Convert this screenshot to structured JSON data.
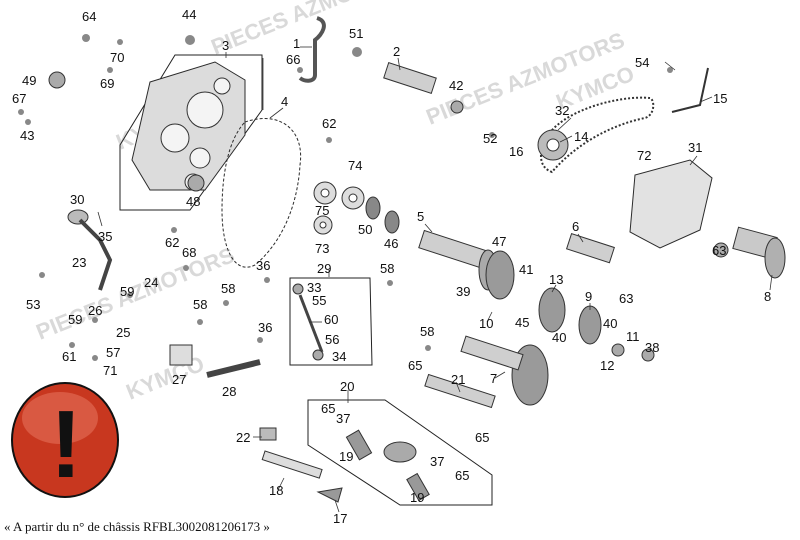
{
  "watermark": {
    "brand_a": "PIECES AZMOTORS",
    "brand_b": "KYMCO"
  },
  "warning": {
    "glyph": "!",
    "color": "#c8371f"
  },
  "footnote": "« A partir du n° de châssis RFBL3002081206173 »",
  "callouts": [
    {
      "id": "c64",
      "text": "64"
    },
    {
      "id": "c44",
      "text": "44"
    },
    {
      "id": "c1",
      "text": "1"
    },
    {
      "id": "c51",
      "text": "51"
    },
    {
      "id": "c3",
      "text": "3"
    },
    {
      "id": "c70",
      "text": "70"
    },
    {
      "id": "c66",
      "text": "66"
    },
    {
      "id": "c2",
      "text": "2"
    },
    {
      "id": "c49",
      "text": "49"
    },
    {
      "id": "c69",
      "text": "69"
    },
    {
      "id": "c42",
      "text": "42"
    },
    {
      "id": "c54",
      "text": "54"
    },
    {
      "id": "c67",
      "text": "67"
    },
    {
      "id": "c15",
      "text": "15"
    },
    {
      "id": "c43",
      "text": "43"
    },
    {
      "id": "c4",
      "text": "4"
    },
    {
      "id": "c32",
      "text": "32"
    },
    {
      "id": "c62a",
      "text": "62"
    },
    {
      "id": "c52",
      "text": "52"
    },
    {
      "id": "c14",
      "text": "14"
    },
    {
      "id": "c16",
      "text": "16"
    },
    {
      "id": "c74",
      "text": "74"
    },
    {
      "id": "c72",
      "text": "72"
    },
    {
      "id": "c31",
      "text": "31"
    },
    {
      "id": "c48",
      "text": "48"
    },
    {
      "id": "c30",
      "text": "30"
    },
    {
      "id": "c75",
      "text": "75"
    },
    {
      "id": "c50",
      "text": "50"
    },
    {
      "id": "c46",
      "text": "46"
    },
    {
      "id": "c5",
      "text": "5"
    },
    {
      "id": "c6",
      "text": "6"
    },
    {
      "id": "c35",
      "text": "35"
    },
    {
      "id": "c62b",
      "text": "62"
    },
    {
      "id": "c73",
      "text": "73"
    },
    {
      "id": "c47",
      "text": "47"
    },
    {
      "id": "c63a",
      "text": "63"
    },
    {
      "id": "c68",
      "text": "68"
    },
    {
      "id": "c23",
      "text": "23"
    },
    {
      "id": "c36a",
      "text": "36"
    },
    {
      "id": "c29",
      "text": "29"
    },
    {
      "id": "c58a",
      "text": "58"
    },
    {
      "id": "c41",
      "text": "41"
    },
    {
      "id": "c24",
      "text": "24"
    },
    {
      "id": "c33",
      "text": "33"
    },
    {
      "id": "c13",
      "text": "13"
    },
    {
      "id": "c63b",
      "text": "63"
    },
    {
      "id": "c8",
      "text": "8"
    },
    {
      "id": "c53",
      "text": "53"
    },
    {
      "id": "c59a",
      "text": "59"
    },
    {
      "id": "c39",
      "text": "39"
    },
    {
      "id": "c58b",
      "text": "58"
    },
    {
      "id": "c55",
      "text": "55"
    },
    {
      "id": "c9",
      "text": "9"
    },
    {
      "id": "c26",
      "text": "26"
    },
    {
      "id": "c58c",
      "text": "58"
    },
    {
      "id": "c59b",
      "text": "59"
    },
    {
      "id": "c60",
      "text": "60"
    },
    {
      "id": "c45",
      "text": "45"
    },
    {
      "id": "c40a",
      "text": "40"
    },
    {
      "id": "c10",
      "text": "10"
    },
    {
      "id": "c25",
      "text": "25"
    },
    {
      "id": "c36b",
      "text": "36"
    },
    {
      "id": "c40b",
      "text": "40"
    },
    {
      "id": "c11",
      "text": "11"
    },
    {
      "id": "c61",
      "text": "61"
    },
    {
      "id": "c57",
      "text": "57"
    },
    {
      "id": "c58d",
      "text": "58"
    },
    {
      "id": "c56",
      "text": "56"
    },
    {
      "id": "c38",
      "text": "38"
    },
    {
      "id": "c27",
      "text": "27"
    },
    {
      "id": "c34",
      "text": "34"
    },
    {
      "id": "c12",
      "text": "12"
    },
    {
      "id": "c71",
      "text": "71"
    },
    {
      "id": "c65a",
      "text": "65"
    },
    {
      "id": "c21",
      "text": "21"
    },
    {
      "id": "c7",
      "text": "7"
    },
    {
      "id": "c28",
      "text": "28"
    },
    {
      "id": "c20",
      "text": "20"
    },
    {
      "id": "c65b",
      "text": "65"
    },
    {
      "id": "c37a",
      "text": "37"
    },
    {
      "id": "c65c",
      "text": "65"
    },
    {
      "id": "c22",
      "text": "22"
    },
    {
      "id": "c19a",
      "text": "19"
    },
    {
      "id": "c37b",
      "text": "37"
    },
    {
      "id": "c19b",
      "text": "19"
    },
    {
      "id": "c65d",
      "text": "65"
    },
    {
      "id": "c18",
      "text": "18"
    },
    {
      "id": "c17",
      "text": "17"
    }
  ]
}
